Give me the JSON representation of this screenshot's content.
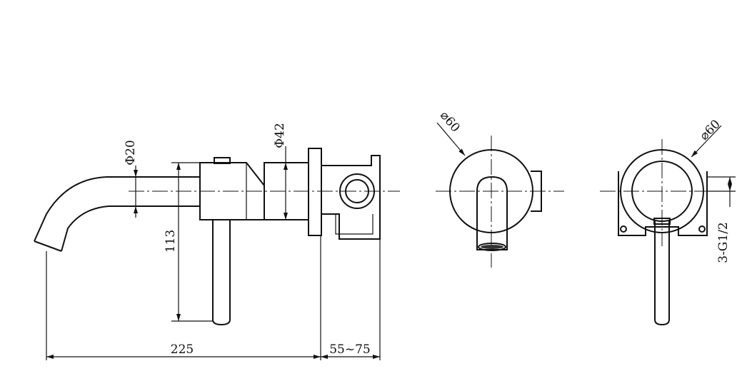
{
  "side_view": {
    "dim_pipe_diameter": "Φ20",
    "dim_body_diameter": "Φ42",
    "dim_handle_height": "113",
    "dim_spout_length": "225",
    "dim_wall_depth": "55~75"
  },
  "front_view_spout": {
    "dim_plate_diameter": "⌀60"
  },
  "front_view_mixer": {
    "dim_plate_diameter": "⌀60",
    "dim_thread": "3-G1/2"
  }
}
